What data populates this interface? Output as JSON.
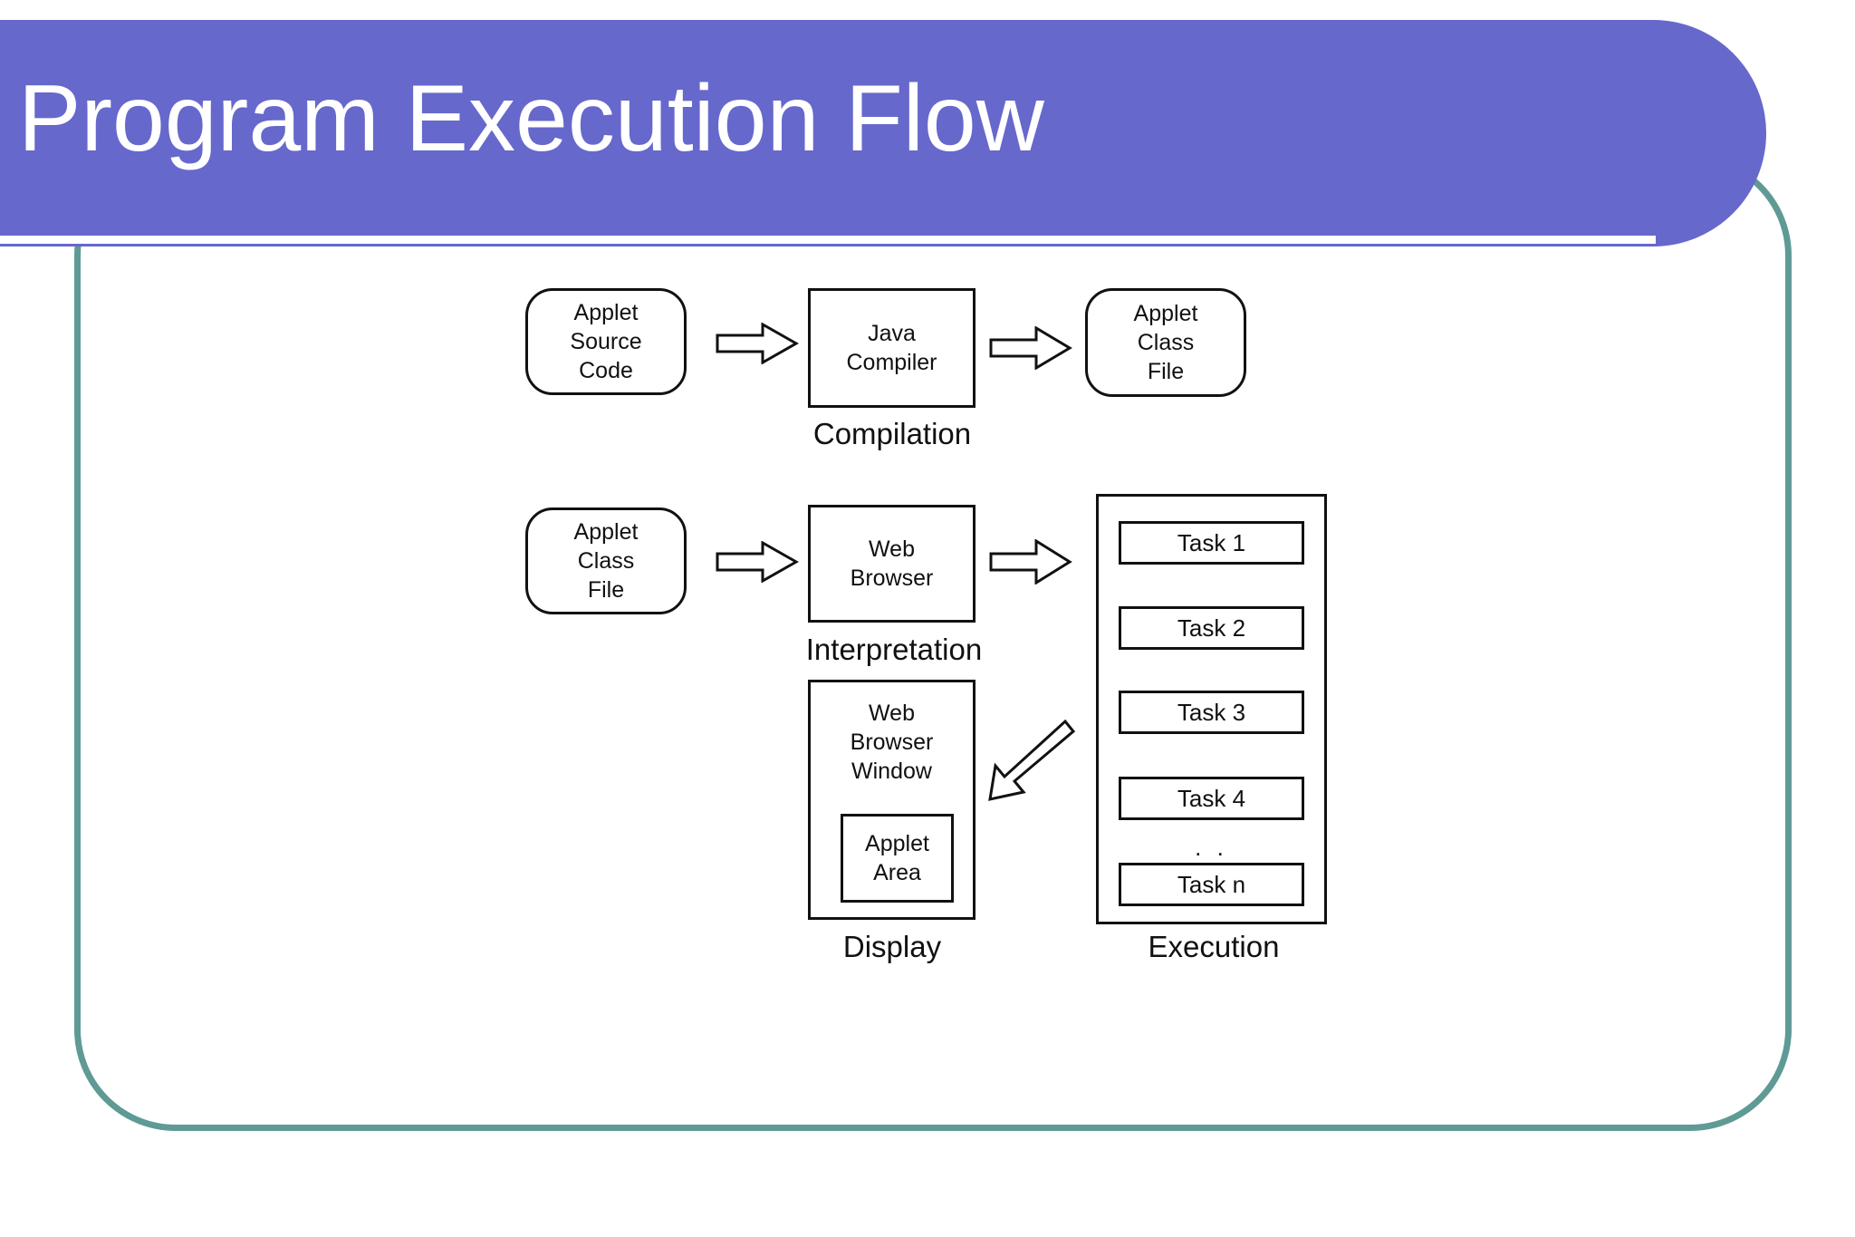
{
  "slide": {
    "title": "Program Execution Flow",
    "accent_purple": "#6668cc",
    "accent_teal": "#5f9a95",
    "background": "#ffffff",
    "ink": "#111111"
  },
  "diagram": {
    "row_compilation": {
      "caption": "Compilation",
      "source_node": {
        "lines": [
          "Applet",
          "Source",
          "Code"
        ],
        "shape": "rounded-rect"
      },
      "process_node": {
        "lines": [
          "Java",
          "Compiler"
        ],
        "shape": "rect"
      },
      "output_node": {
        "lines": [
          "Applet",
          "Class",
          "File"
        ],
        "shape": "rounded-rect"
      },
      "arrows": [
        "block-arrow-right",
        "block-arrow-right"
      ]
    },
    "row_interpretation": {
      "caption": "Interpretation",
      "input_node": {
        "lines": [
          "Applet",
          "Class",
          "File"
        ],
        "shape": "rounded-rect"
      },
      "process_node": {
        "lines": [
          "Web",
          "Browser"
        ],
        "shape": "rect"
      },
      "arrows": [
        "block-arrow-right",
        "block-arrow-right"
      ]
    },
    "row_display": {
      "caption": "Display",
      "window_node": {
        "lines": [
          "Web",
          "Browser",
          "Window"
        ],
        "shape": "rect"
      },
      "inner_node": {
        "lines": [
          "Applet",
          "Area"
        ],
        "shape": "rect"
      },
      "pointer_arrow": "block-arrow-down-left"
    },
    "row_execution": {
      "caption": "Execution",
      "tasks": [
        "Task 1",
        "Task 2",
        "Task 3",
        "Task 4",
        "Task n"
      ],
      "ellipsis": ". ."
    }
  }
}
